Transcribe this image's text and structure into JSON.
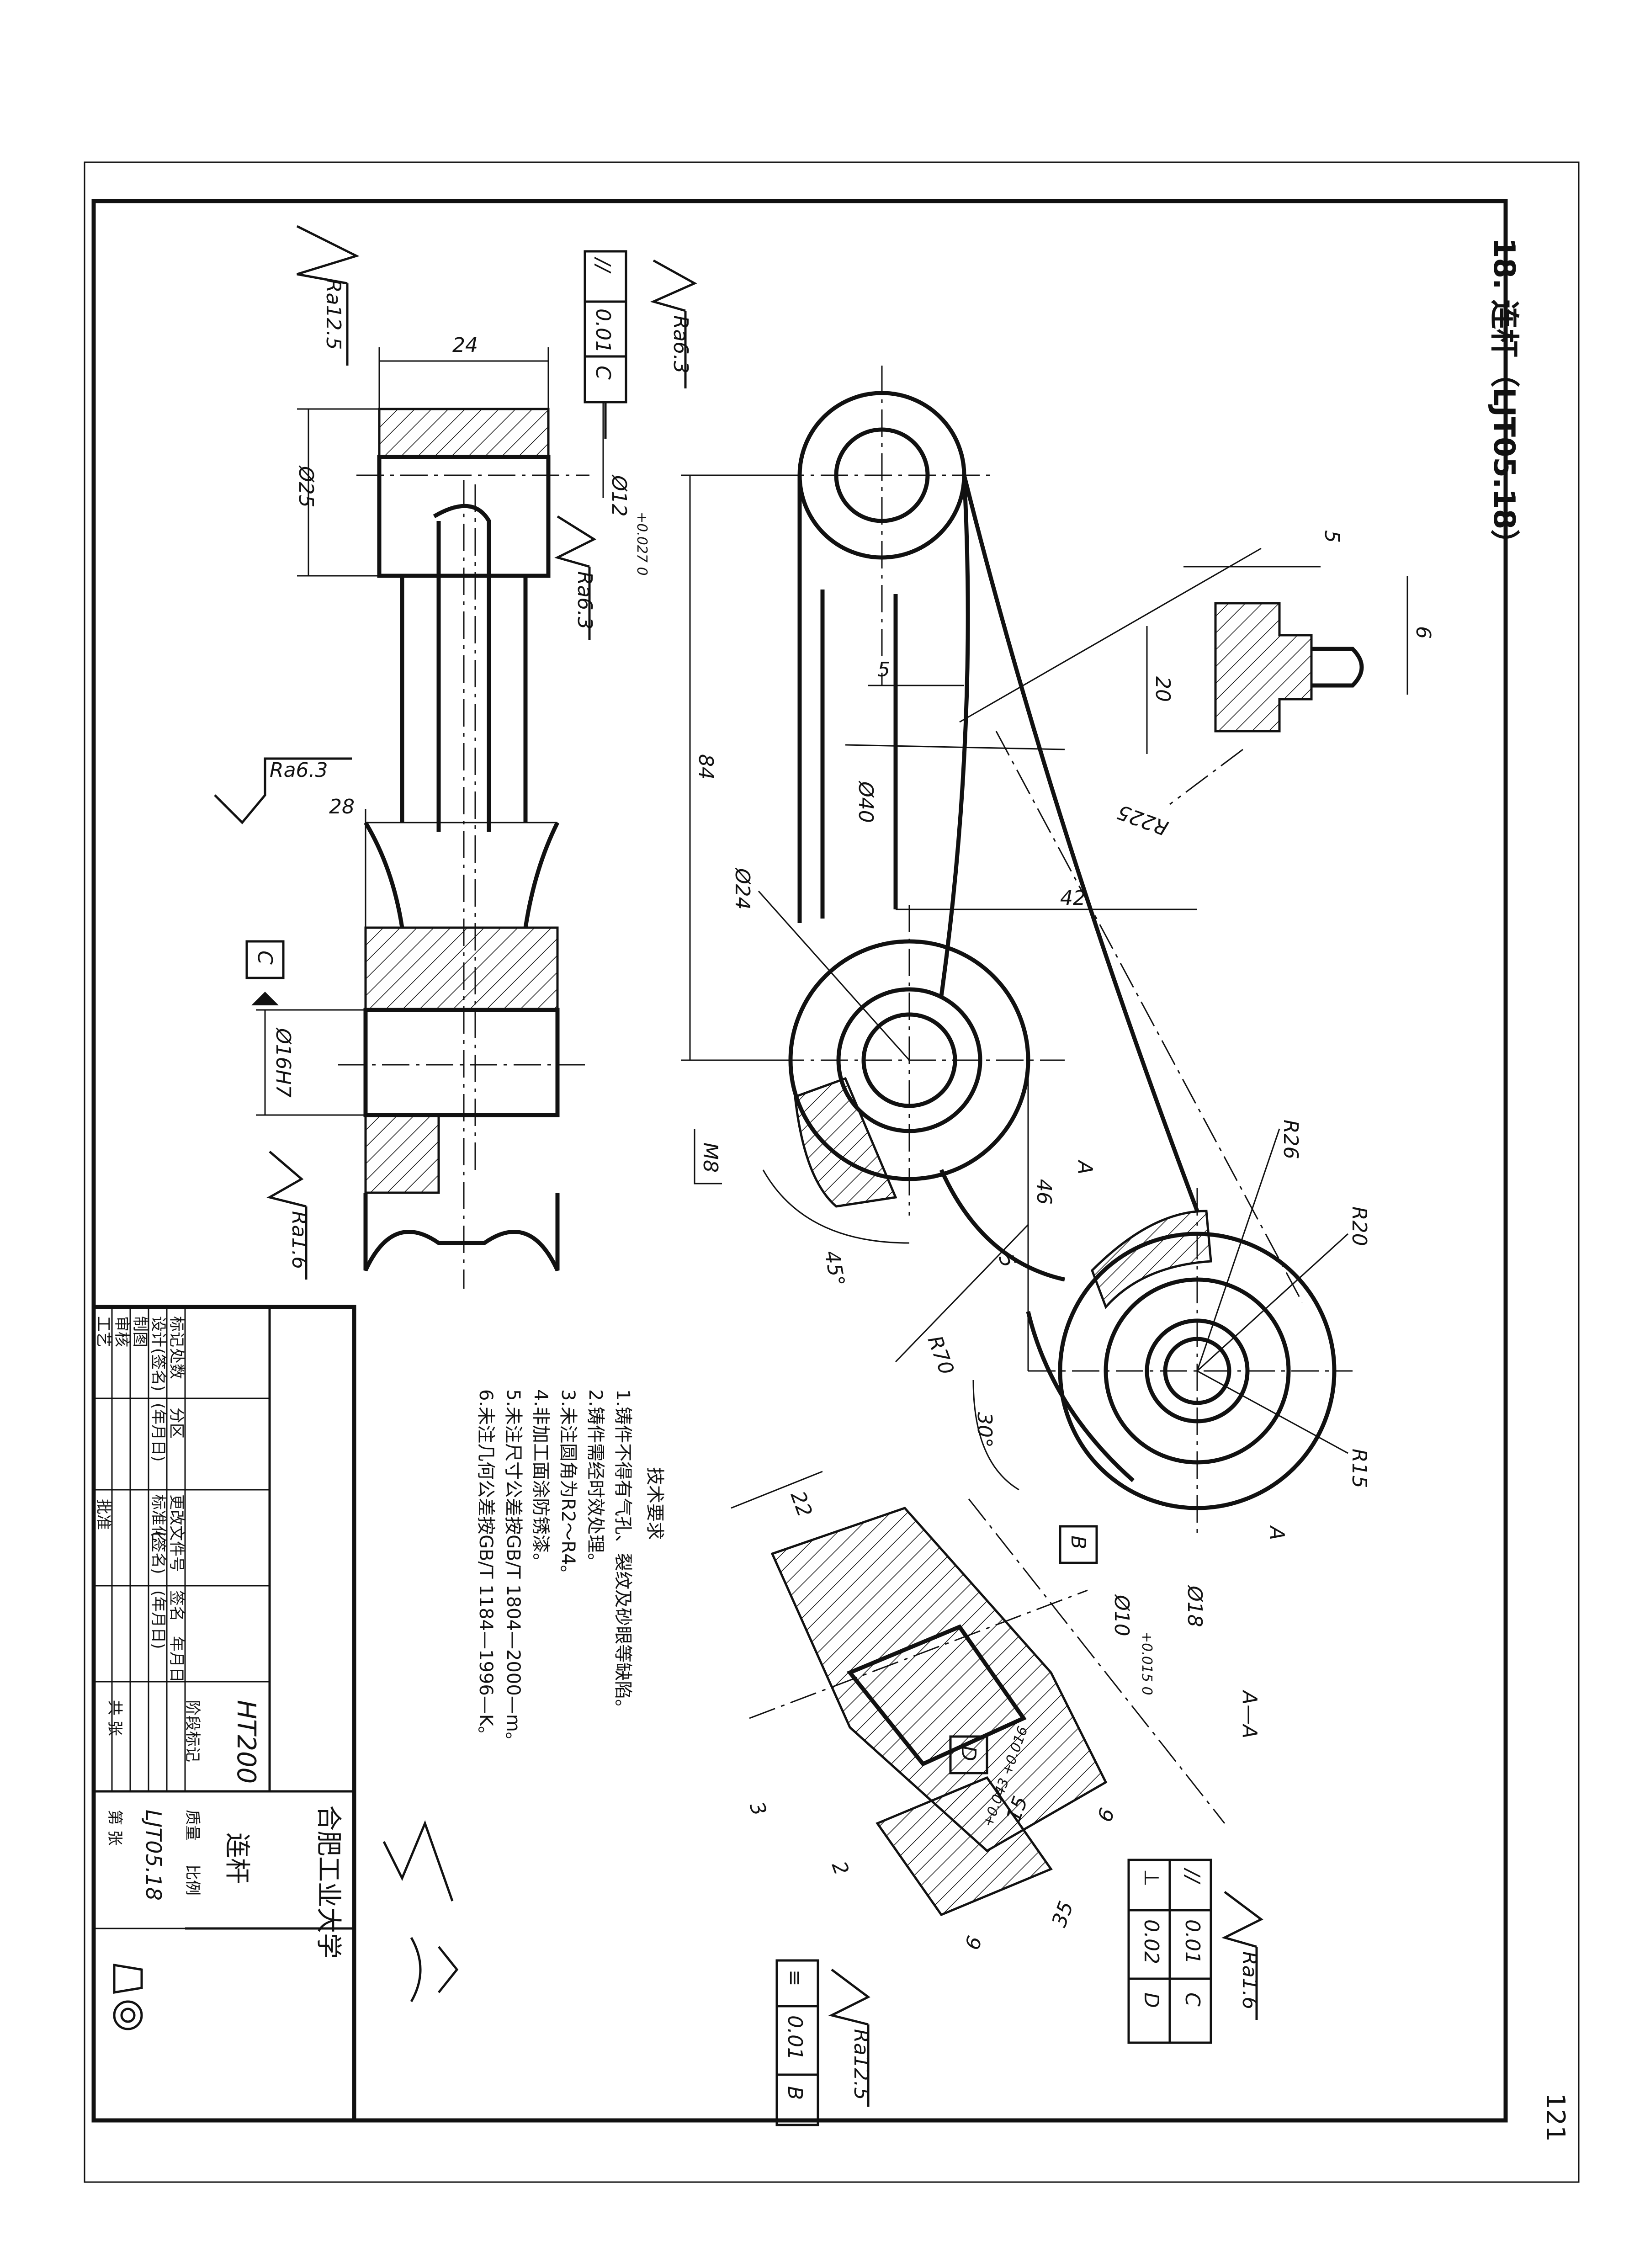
{
  "header": {
    "title": "18. 连杆（LJT05.18）",
    "page_number": "121"
  },
  "dimensions": {
    "d24": "24",
    "d25": "Ø25",
    "d12": "Ø12",
    "d12_tol": "+0.027 0",
    "d28": "28",
    "d16h7": "Ø16H7",
    "d84": "84",
    "d40": "Ø40",
    "d24b": "Ø24",
    "d5": "5",
    "d5b": "5",
    "d6": "6",
    "d20": "20",
    "r225": "R225",
    "d42": "42",
    "m8": "M8",
    "a45": "45°",
    "d46": "46",
    "d5c": "5",
    "r70": "R70",
    "r26": "R26",
    "r20": "R20",
    "r15": "R15",
    "a30": "30°",
    "d22": "22",
    "d18": "Ø18",
    "d10": "Ø10",
    "d10_tol": "+0.015 0",
    "d15": "15",
    "d15_tol": "+0.043 +0.016",
    "d6b": "6",
    "d35": "35",
    "d6c": "6",
    "d3": "3",
    "d2": "2"
  },
  "roughness": {
    "ra125_top": "Ra12.5",
    "ra63_a": "Ra6.3",
    "ra63_b": "Ra6.3",
    "ra63_c": "Ra6.3",
    "ra16_a": "Ra1.6",
    "ra16_b": "Ra1.6",
    "ra125_b": "Ra12.5"
  },
  "tolerances": {
    "parallel_top": [
      "//",
      "0.01",
      "C"
    ],
    "parallel_right": [
      "//",
      "0.01",
      "C"
    ],
    "perp_right": [
      "⊥",
      "0.02",
      "D"
    ],
    "sym_bottom": [
      "≡",
      "0.01",
      "B"
    ]
  },
  "datums": {
    "c": "C",
    "b": "B",
    "d": "D"
  },
  "section": {
    "label": "A—A",
    "arrow_a1": "A",
    "arrow_a2": "A"
  },
  "requirements": {
    "heading": "技术要求",
    "items": [
      "1.铸件不得有气孔、裂纹及砂眼等缺陷。",
      "2.铸件需经时效处理。",
      "3.未注圆角为R2～R4。",
      "4.非加工面涂防锈漆。",
      "5.未注尺寸公差按GB/T 1804—2000—m。",
      "6.未注几何公差按GB/T 1184—1996—K。"
    ]
  },
  "title_block": {
    "material": "HT200",
    "university": "合肥工业大学",
    "part_name": "连杆",
    "drawing_no": "LJT05.18",
    "row1": [
      "标记",
      "处数",
      "分区",
      "更改文件号",
      "签名",
      "年月日"
    ],
    "row2": [
      "设计",
      "(签名)",
      "(年月日)",
      "标准化",
      "(签名)",
      "(年月日)"
    ],
    "row3": [
      "制图"
    ],
    "row4": [
      "审核"
    ],
    "row5": [
      "工艺",
      "批准"
    ],
    "stage_mark": "阶段标记",
    "mass": "质量",
    "scale": "比例",
    "total": "共  张",
    "sheet": "第  张"
  }
}
